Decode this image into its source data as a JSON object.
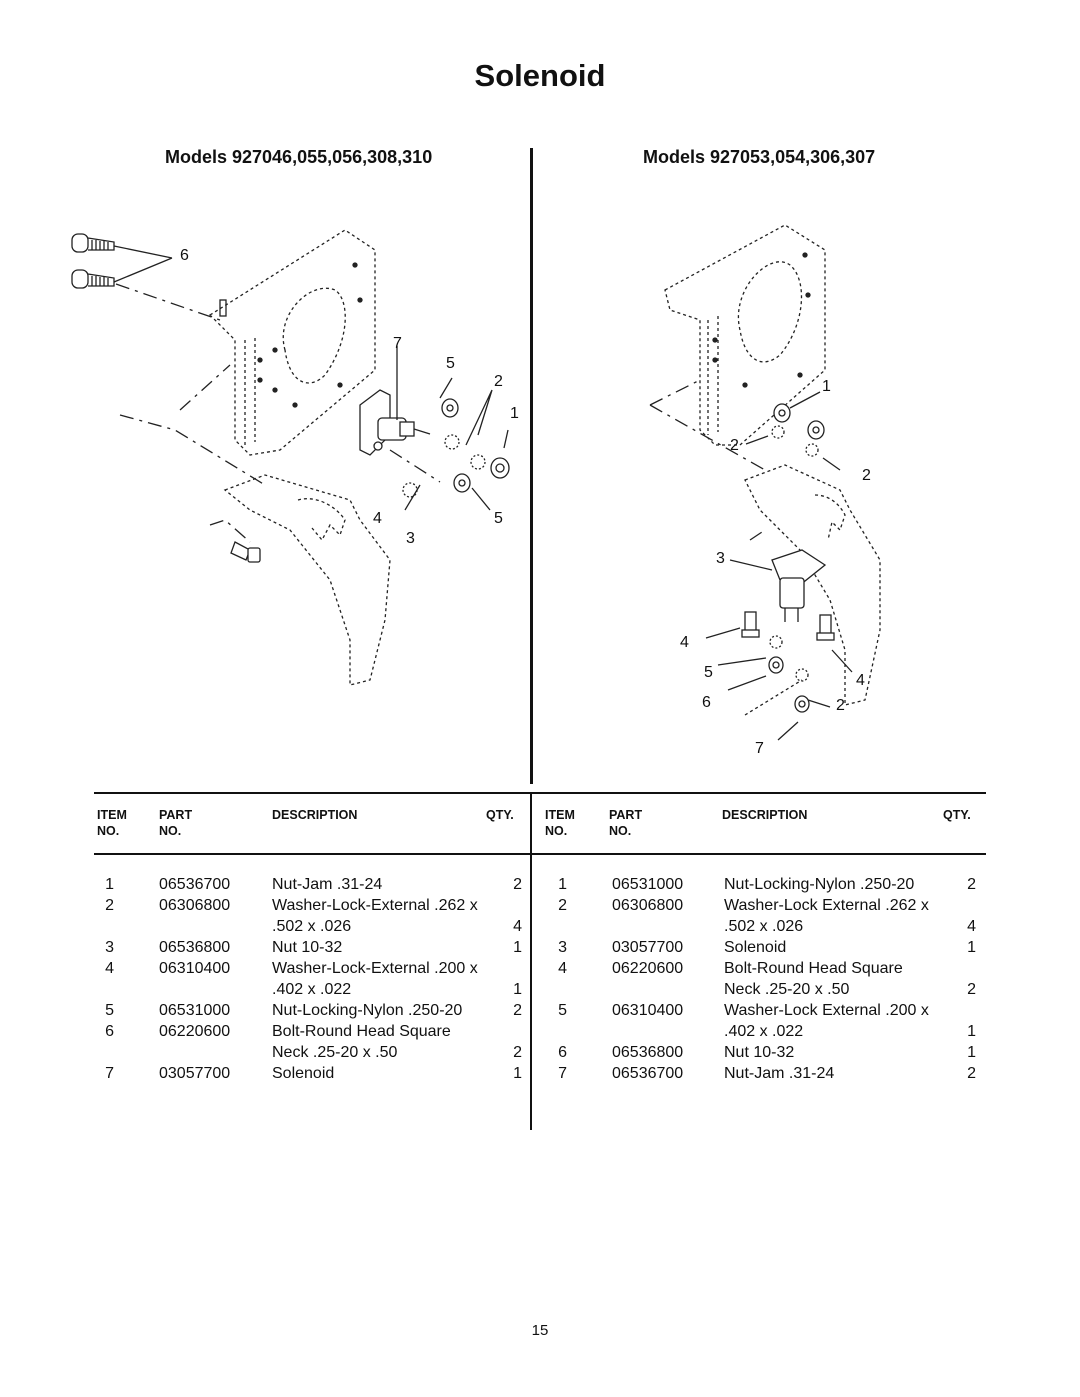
{
  "page": {
    "title": "Solenoid",
    "page_number": "15"
  },
  "left": {
    "models_heading": "Models 927046,055,056,308,310",
    "callouts": [
      "6",
      "7",
      "5",
      "2",
      "1",
      "4",
      "5",
      "3"
    ],
    "headers": {
      "item": "ITEM",
      "no": "NO.",
      "part": "PART",
      "part_no": "NO.",
      "description": "DESCRIPTION",
      "qty": "QTY."
    },
    "rows": [
      {
        "item": "1",
        "part": "06536700",
        "desc": "Nut-Jam .31-24",
        "qty": "2"
      },
      {
        "item": "2",
        "part": "06306800",
        "desc": "Washer-Lock-External .262 x",
        "qty": ""
      },
      {
        "item": "",
        "part": "",
        "desc": ".502 x .026",
        "qty": "4"
      },
      {
        "item": "3",
        "part": "06536800",
        "desc": "Nut 10-32",
        "qty": "1"
      },
      {
        "item": "4",
        "part": "06310400",
        "desc": "Washer-Lock-External .200 x",
        "qty": ""
      },
      {
        "item": "",
        "part": "",
        "desc": ".402 x .022",
        "qty": "1"
      },
      {
        "item": "5",
        "part": "06531000",
        "desc": "Nut-Locking-Nylon .250-20",
        "qty": "2"
      },
      {
        "item": "6",
        "part": "06220600",
        "desc": "Bolt-Round Head Square",
        "qty": ""
      },
      {
        "item": "",
        "part": "",
        "desc": "Neck .25-20 x .50",
        "qty": "2"
      },
      {
        "item": "7",
        "part": "03057700",
        "desc": "Solenoid",
        "qty": "1"
      }
    ]
  },
  "right": {
    "models_heading": "Models 927053,054,306,307",
    "callouts": [
      "1",
      "2",
      "2",
      "3",
      "4",
      "5",
      "4",
      "6",
      "2",
      "7"
    ],
    "headers": {
      "item": "ITEM",
      "no": "NO.",
      "part": "PART",
      "part_no": "NO.",
      "description": "DESCRIPTION",
      "qty": "QTY."
    },
    "rows": [
      {
        "item": "1",
        "part": "06531000",
        "desc": "Nut-Locking-Nylon .250-20",
        "qty": "2"
      },
      {
        "item": "2",
        "part": "06306800",
        "desc": "Washer-Lock External .262 x",
        "qty": ""
      },
      {
        "item": "",
        "part": "",
        "desc": ".502 x .026",
        "qty": "4"
      },
      {
        "item": "3",
        "part": "03057700",
        "desc": "Solenoid",
        "qty": "1"
      },
      {
        "item": "4",
        "part": "06220600",
        "desc": "Bolt-Round Head Square",
        "qty": ""
      },
      {
        "item": "",
        "part": "",
        "desc": "Neck .25-20 x .50",
        "qty": "2"
      },
      {
        "item": "5",
        "part": "06310400",
        "desc": "Washer-Lock External .200 x",
        "qty": ""
      },
      {
        "item": "",
        "part": "",
        "desc": ".402 x .022",
        "qty": "1"
      },
      {
        "item": "6",
        "part": "06536800",
        "desc": "Nut 10-32",
        "qty": "1"
      },
      {
        "item": "7",
        "part": "06536700",
        "desc": "Nut-Jam .31-24",
        "qty": "2"
      }
    ]
  }
}
